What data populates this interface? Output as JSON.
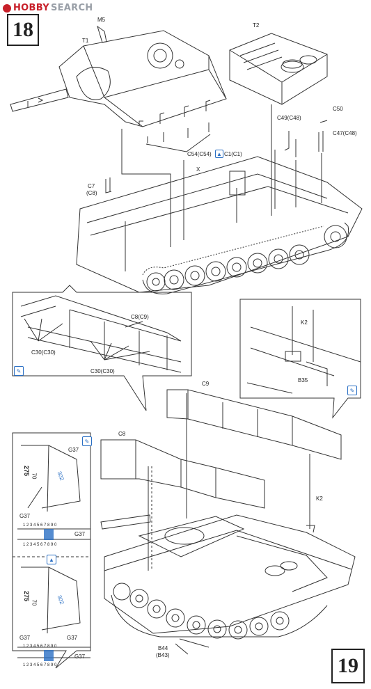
{
  "header": {
    "logo_part1": "HOBBY",
    "logo_part2": "SEARCH"
  },
  "steps": {
    "step1_number": "18",
    "step2_number": "19"
  },
  "labels": {
    "m5": "M5",
    "t1": "T1",
    "t2": "T2",
    "c50": "C50",
    "c49": "C49(C48)",
    "c47": "C47(C48)",
    "c54": "C54(C54)",
    "c1": "C1(C1)",
    "x": "X",
    "c7": "C7",
    "c8_paren": "(C8)",
    "c8c9": "C8(C9)",
    "c30_left": "C30(C30)",
    "c30_bottom": "C30(C30)",
    "k2_top": "K2",
    "b35": "B35",
    "c9": "C9",
    "c8": "C8",
    "k2_bottom": "K2",
    "g37_a": "G37",
    "g37_b": "G37",
    "g37_c": "G37",
    "g37_d": "G37",
    "g37_e": "G37",
    "g37_f": "G37",
    "hull_number_top": "275",
    "hull_suffix_top": "70",
    "hull_number_bottom": "275",
    "hull_suffix_bottom": "70",
    "blue_top": "302",
    "blue_bottom": "302",
    "decal_digits_a": "1 2 3 4 5 6 7 8 9 0",
    "decal_digits_b": "1 2 3 4 5 6 7 8 9 0",
    "decal_digits_c": "1 2 3 4 5 6 7 8 9 0",
    "decal_digits_d": "1 2 3 4 5 6 7 8 9 0",
    "b44": "B44",
    "b43": "(B43)"
  },
  "colors": {
    "line": "#333333",
    "accent_blue": "#2a6fc4",
    "logo_red": "#c8202a",
    "logo_gray": "#9aa0a8"
  },
  "icons": {
    "option_icon": "pencil-tab-icon",
    "paint_icon": "blue-paint-icon"
  }
}
